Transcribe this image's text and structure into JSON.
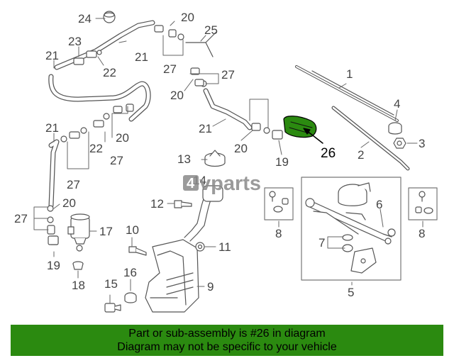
{
  "diagram": {
    "callouts": [
      "24",
      "20",
      "25",
      "23",
      "21",
      "22",
      "27",
      "21",
      "27",
      "1",
      "20",
      "21",
      "4",
      "3",
      "21",
      "20",
      "20",
      "22",
      "27",
      "27",
      "2",
      "26",
      "19",
      "13",
      "14",
      "12",
      "6",
      "20",
      "27",
      "17",
      "8",
      "7",
      "8",
      "10",
      "11",
      "19",
      "16",
      "18",
      "15",
      "9",
      "5"
    ],
    "watermark": {
      "logo_letter": "4",
      "brand_text": "vparts"
    },
    "colors": {
      "line": "#555555",
      "highlight_part": "#2b8a10",
      "banner": "#2b8a10"
    }
  },
  "banner": {
    "line1": "Part or sub-assembly is #26 in diagram",
    "line2": "Diagram may not be specific to your vehicle"
  }
}
